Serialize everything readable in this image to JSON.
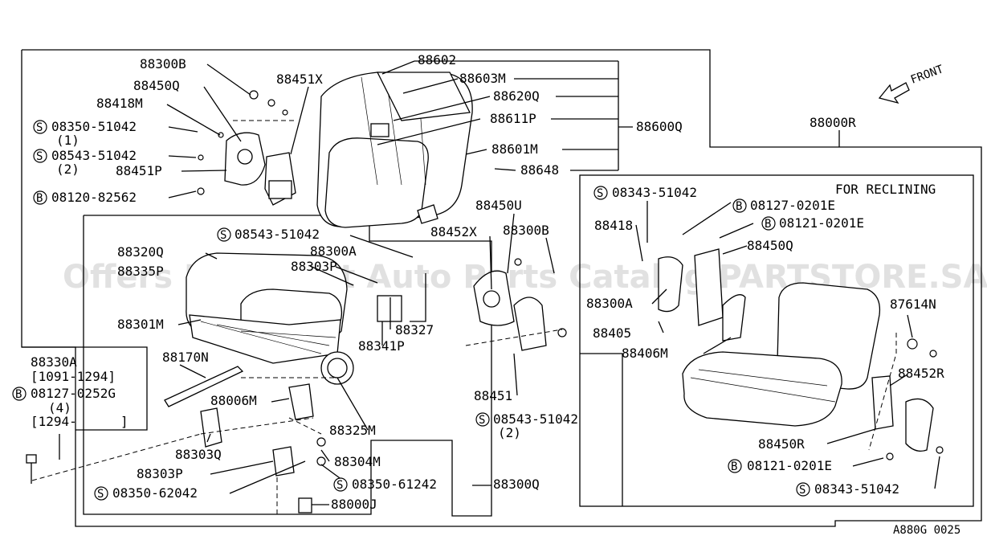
{
  "diagram": {
    "watermark": "Offers Merchant Auto Parts Catalog PARTSTORE.SA",
    "figure_code": "A880G 0025",
    "front_label": "FRONT",
    "reclining_title": "FOR RECLINING",
    "labels": {
      "p88300B_top": "88300B",
      "p88450Q_top": "88450Q",
      "p88418M": "88418M",
      "s08350_51042": "08350-51042",
      "s08350_51042_qty": "(1)",
      "s08543_51042_a": "08543-51042",
      "s08543_51042_a_qty": "(2)",
      "p88451P": "88451P",
      "b08120_82562": "08120-82562",
      "p88451X": "88451X",
      "p88602": "88602",
      "p88603M": "88603M",
      "p88620Q": "88620Q",
      "p88611P": "88611P",
      "p88601M": "88601M",
      "p88648": "88648",
      "p88600Q": "88600Q",
      "p88000R": "88000R",
      "s08543_51042_b": "08543-51042",
      "p88320Q": "88320Q",
      "p88335P": "88335P",
      "p88300A_mid": "88300A",
      "p88303P_top": "88303P",
      "p88301M": "88301M",
      "p88327": "88327",
      "p88341P": "88341P",
      "p88450U": "88450U",
      "p88452X": "88452X",
      "p88300B_mid": "88300B",
      "p88451": "88451",
      "s08543_51042_c": "08543-51042",
      "s08543_51042_c_qty": "(2)",
      "p88330A": "88330A",
      "date_1": "[1091-1294]",
      "b08127_0252G": "08127-0252G",
      "b08127_0252G_qty": "(4)",
      "date_2_open": "[1294-",
      "date_2_close": "]",
      "p88170N": "88170N",
      "p88006M": "88006M",
      "p88325M": "88325M",
      "p88303Q": "88303Q",
      "p88304M": "88304M",
      "p88303P_bottom": "88303P",
      "s08350_62042": "08350-62042",
      "s08350_61242": "08350-61242",
      "p88300Q": "88300Q",
      "p88000J": "88000J",
      "s08343_51042_top": "08343-51042",
      "b08127_0201E": "08127-0201E",
      "b08121_0201E_top": "08121-0201E",
      "p88418": "88418",
      "p88450Q_right": "88450Q",
      "p88300A_right": "88300A",
      "p88405": "88405",
      "p88406M": "88406M",
      "p87614N": "87614N",
      "p88452R": "88452R",
      "p88450R": "88450R",
      "b08121_0201E_bottom": "08121-0201E",
      "s08343_51042_bottom": "08343-51042"
    },
    "symbols": {
      "screw": "S",
      "bolt": "B"
    }
  }
}
